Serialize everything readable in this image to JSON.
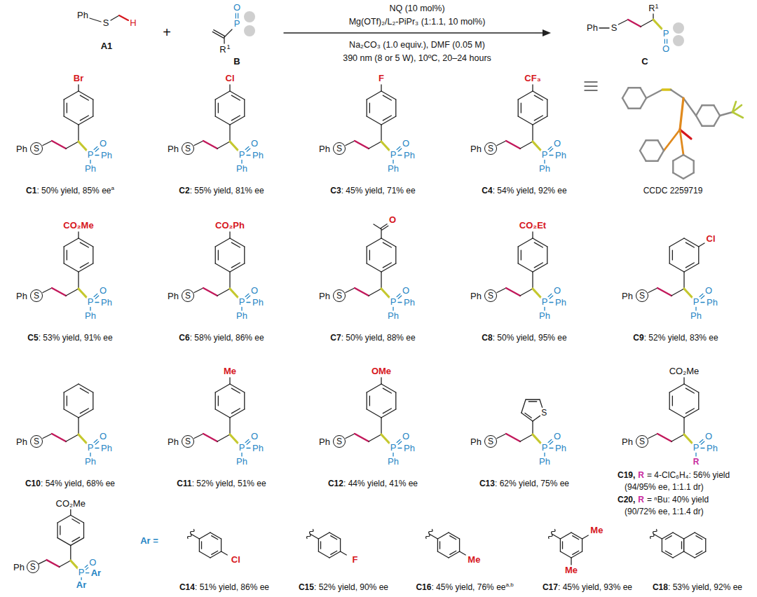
{
  "diagram": {
    "nodes": [
      {
        "text": [
          "S"
        ]
      },
      {
        "text": [
          "S"
        ]
      },
      {
        "text": [
          "S"
        ]
      },
      {
        "text": [
          "S"
        ]
      },
      {
        "text": [
          "S"
        ]
      },
      {
        "text": [
          "S"
        ]
      },
      {
        "text": [
          "S"
        ]
      },
      {
        "text": [
          "S"
        ]
      },
      {
        "text": [
          "S"
        ]
      },
      {
        "text": [
          "S"
        ]
      },
      {
        "text": [
          "S"
        ]
      },
      {
        "text": [
          "S"
        ]
      },
      {
        "text": [
          "S"
        ]
      },
      {
        "text": [
          "S"
        ]
      },
      {
        "text": [
          "S"
        ]
      }
    ],
    "labels": [
      "Ph",
      "S",
      "H",
      "A1",
      "+",
      "O",
      "P",
      "R",
      "1",
      "B",
      "NQ (10 mol%)",
      "Mg(OTf)₂/L₂-PiPr₃ (1:1.1, 10 mol%)",
      "Na₂CO₃ (1.0 equiv.), DMF (0.05 M)",
      "390 nm (8 or 5 W), 10ºC, 20–24 hours",
      "Ph",
      "S",
      "R",
      "1",
      "P",
      "O",
      "C",
      "Br",
      "Ph",
      "P",
      "O",
      "Ph",
      "Ph",
      "C1",
      ": 50% yield, 85% ee",
      "a",
      "Cl",
      "Ph",
      "P",
      "O",
      "Ph",
      "Ph",
      "C2",
      ": 55% yield, 81% ee",
      "F",
      "Ph",
      "P",
      "O",
      "Ph",
      "Ph",
      "C3",
      ": 45% yield, 71% ee",
      "CF₃",
      "Ph",
      "P",
      "O",
      "Ph",
      "Ph",
      "C4",
      ": 54% yield, 92% ee",
      "CCDC 2259719",
      "CO₂Me",
      "Ph",
      "P",
      "O",
      "Ph",
      "Ph",
      "C5",
      ": 53% yield, 91% ee",
      "CO₂Ph",
      "Ph",
      "P",
      "O",
      "Ph",
      "Ph",
      "C6",
      ": 58% yield, 86% ee",
      "O",
      "Ph",
      "P",
      "O",
      "Ph",
      "Ph",
      "C7",
      ": 50% yield, 88% ee",
      "CO₂Et",
      "Ph",
      "P",
      "O",
      "Ph",
      "Ph",
      "C8",
      ": 50% yield, 95% ee",
      "Cl",
      "Ph",
      "P",
      "O",
      "Ph",
      "Ph",
      "C9",
      ": 52% yield, 83% ee",
      "Ph",
      "P",
      "O",
      "Ph",
      "Ph",
      "C10",
      ": 54% yield, 68% ee",
      "Me",
      "Ph",
      "P",
      "O",
      "Ph",
      "Ph",
      "C11",
      ": 52% yield, 51% ee",
      "OMe",
      "Ph",
      "P",
      "O",
      "Ph",
      "Ph",
      "C12",
      ": 44% yield, 41% ee",
      "S",
      "Ph",
      "P",
      "O",
      "Ph",
      "Ph",
      "C13",
      ": 62% yield, 75% ee",
      "CO₂Me",
      "Ph",
      "P",
      "O",
      "Ph",
      "R",
      "C19,",
      "R",
      "= 4-ClC₆H₄: 56% yield",
      "(94/95% ee, 1:1.1 dr)",
      "C20,",
      "R",
      "= ⁿBu: 40% yield",
      "(90/72% ee, 1:1.4 dr)",
      "CO₂Me",
      "Ph",
      "P",
      "O",
      "Ar",
      "Ar",
      "Ar =",
      "Cl",
      "C14",
      ": 51% yield, 86% ee",
      "F",
      "C15",
      ": 52% yield, 90% ee",
      "Me",
      "C16",
      ": 45% yield, 76% ee",
      "a,b",
      "Me",
      "Me",
      "C17",
      ": 45% yield, 93% ee",
      "C18",
      ": 53% yield, 92% ee"
    ]
  }
}
